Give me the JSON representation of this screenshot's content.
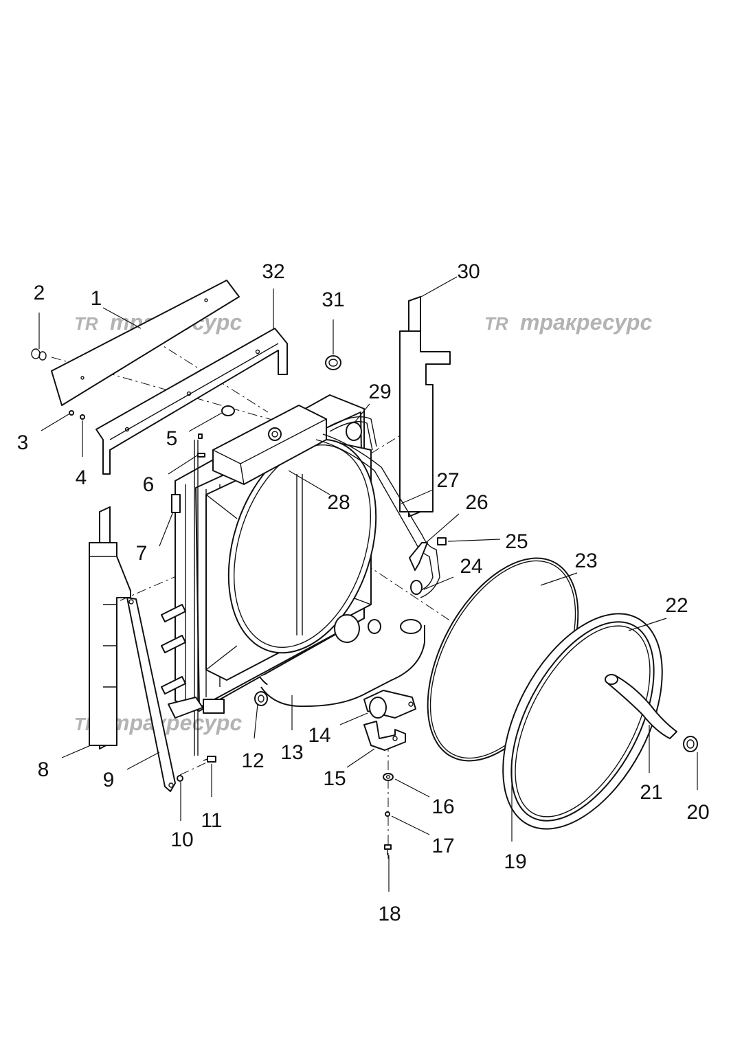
{
  "watermark": {
    "text": "тракресурс",
    "logo_text": "TR",
    "color": "#b3b3b3"
  },
  "callouts": [
    "1",
    "2",
    "3",
    "4",
    "5",
    "6",
    "7",
    "8",
    "9",
    "10",
    "11",
    "12",
    "13",
    "14",
    "15",
    "16",
    "17",
    "18",
    "19",
    "20",
    "21",
    "22",
    "23",
    "24",
    "25",
    "26",
    "27",
    "28",
    "29",
    "30",
    "31",
    "32"
  ]
}
